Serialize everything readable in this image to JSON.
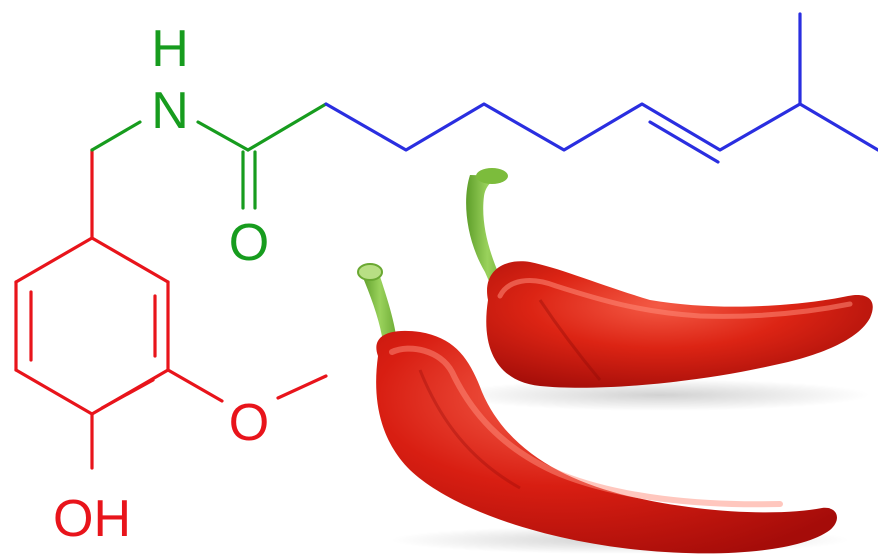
{
  "atoms": {
    "nh_h": "H",
    "nh_n": "N",
    "carbonyl_o": "O",
    "ether_o": "O",
    "hydroxyl": "OH"
  },
  "colors": {
    "aromatic": "#e8141b",
    "amide": "#179c1e",
    "chain": "#2a2ee0",
    "pepper_dark": "#b10e0c",
    "pepper_mid": "#d81e12",
    "pepper_light": "#f04a3a",
    "stem": "#7cbc3c",
    "stem_light": "#b8df84"
  },
  "icons": [
    "capsaicin-structure-diagram",
    "red-chili-pepper-icon"
  ]
}
